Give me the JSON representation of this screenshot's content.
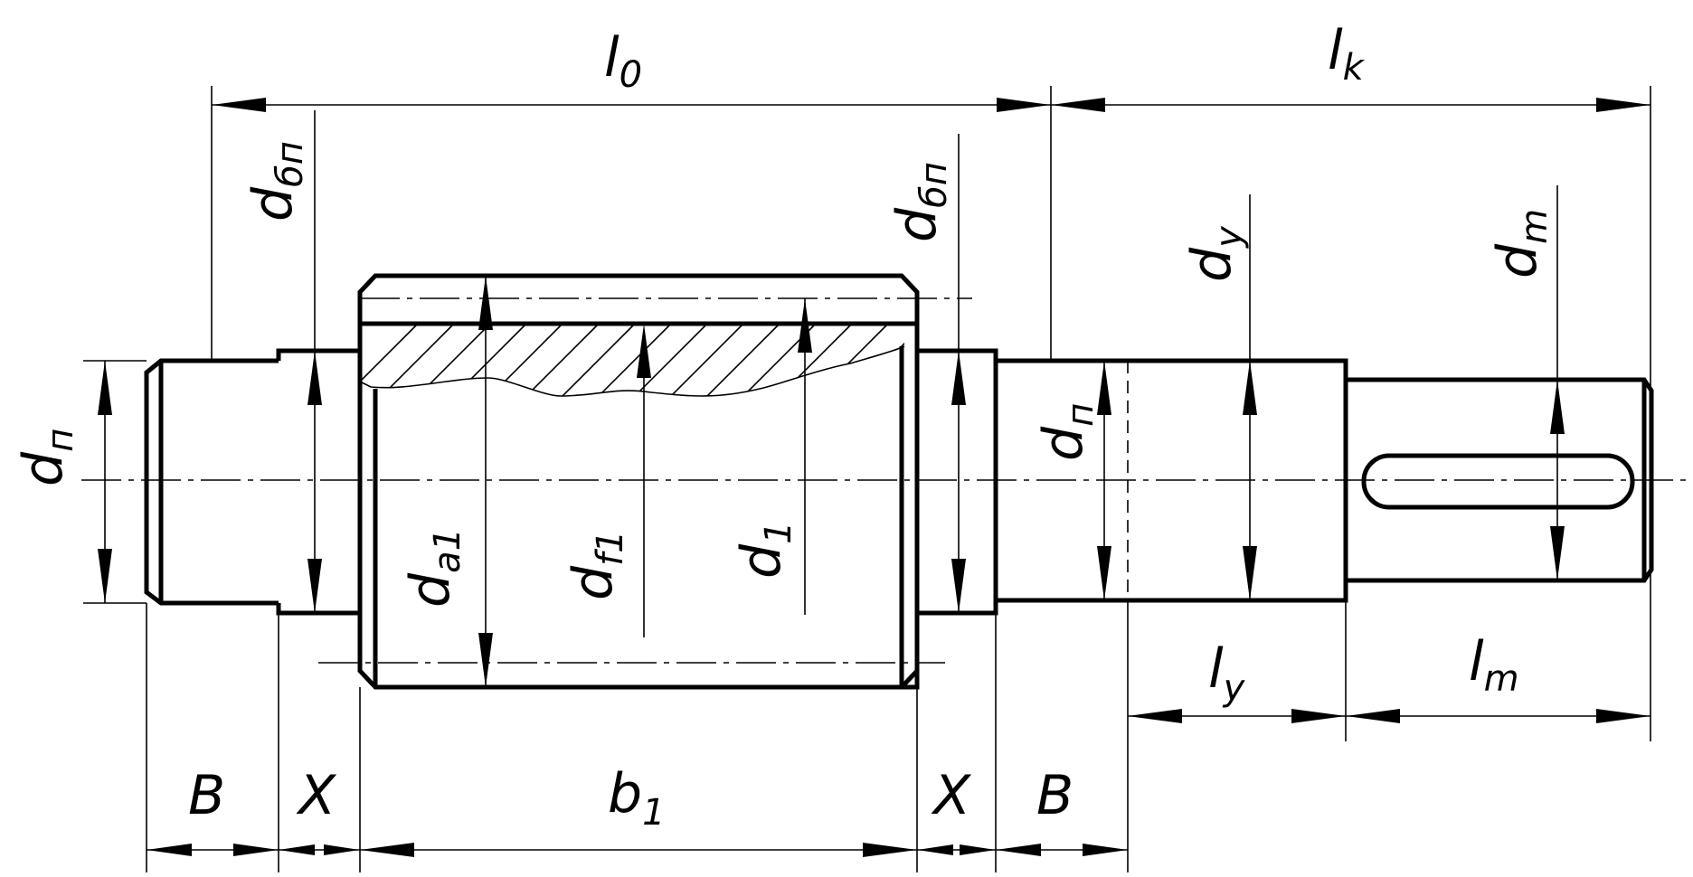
{
  "drawing": {
    "labels": {
      "l0": {
        "main": "l",
        "sub": "0"
      },
      "lk": {
        "main": "l",
        "sub": "k"
      },
      "dbp_left": {
        "main": "d",
        "sub": "бп"
      },
      "dbp_right": {
        "main": "d",
        "sub": "бп"
      },
      "dy": {
        "main": "d",
        "sub": "y"
      },
      "dm": {
        "main": "d",
        "sub": "m"
      },
      "dp_left": {
        "main": "d",
        "sub": "п"
      },
      "dp_right": {
        "main": "d",
        "sub": "п"
      },
      "da1": {
        "main": "d",
        "sub": "a1"
      },
      "df1": {
        "main": "d",
        "sub": "f1"
      },
      "d1": {
        "main": "d",
        "sub": "1"
      },
      "ly": {
        "main": "l",
        "sub": "y"
      },
      "lm": {
        "main": "l",
        "sub": "m"
      },
      "b1": {
        "main": "b",
        "sub": "1"
      },
      "B_left": {
        "main": "B"
      },
      "X_left": {
        "main": "X"
      },
      "X_right": {
        "main": "X"
      },
      "B_right": {
        "main": "B"
      }
    }
  }
}
